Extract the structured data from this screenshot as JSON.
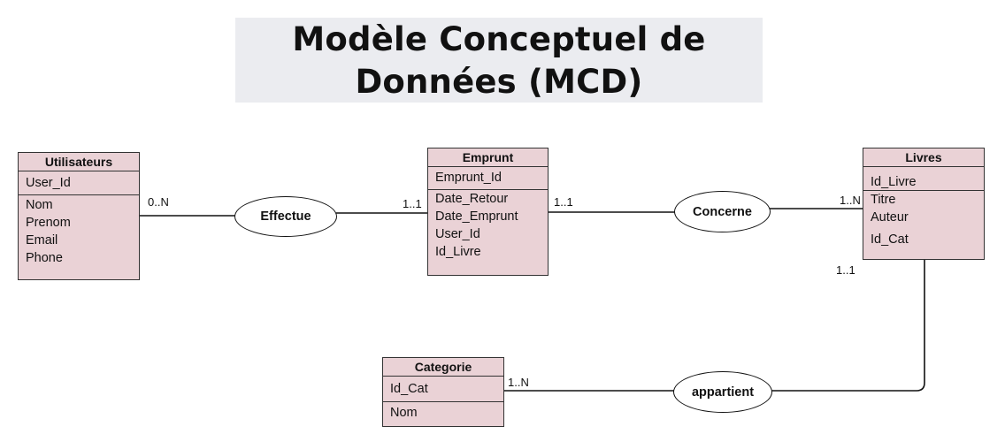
{
  "title": {
    "line1": "Modèle Conceptuel de",
    "line2": "Données (MCD)"
  },
  "entities": {
    "utilisateurs": {
      "name": "Utilisateurs",
      "key": "User_Id",
      "attributes": [
        "Nom",
        "Prenom",
        "Email",
        "Phone"
      ]
    },
    "emprunt": {
      "name": "Emprunt",
      "key": "Emprunt_Id",
      "attributes": [
        "Date_Retour",
        "Date_Emprunt",
        "User_Id",
        "Id_Livre"
      ]
    },
    "livres": {
      "name": "Livres",
      "key": "Id_Livre",
      "attributes": [
        "Titre",
        "Auteur",
        "Id_Cat"
      ]
    },
    "categorie": {
      "name": "Categorie",
      "key": "Id_Cat",
      "attributes": [
        "Nom"
      ]
    }
  },
  "relations": {
    "effectue": "Effectue",
    "concerne": "Concerne",
    "appartient": "appartient"
  },
  "cardinalities": {
    "utilisateurs_effectue": "0..N",
    "emprunt_effectue": "1..1",
    "emprunt_concerne": "1..1",
    "livres_concerne": "1..N",
    "livres_appartient": "1..1",
    "categorie_appartient": "1..N"
  },
  "colors": {
    "entity_fill": "#ead2d6",
    "border": "#333333",
    "title_band": "#ebecf0"
  }
}
